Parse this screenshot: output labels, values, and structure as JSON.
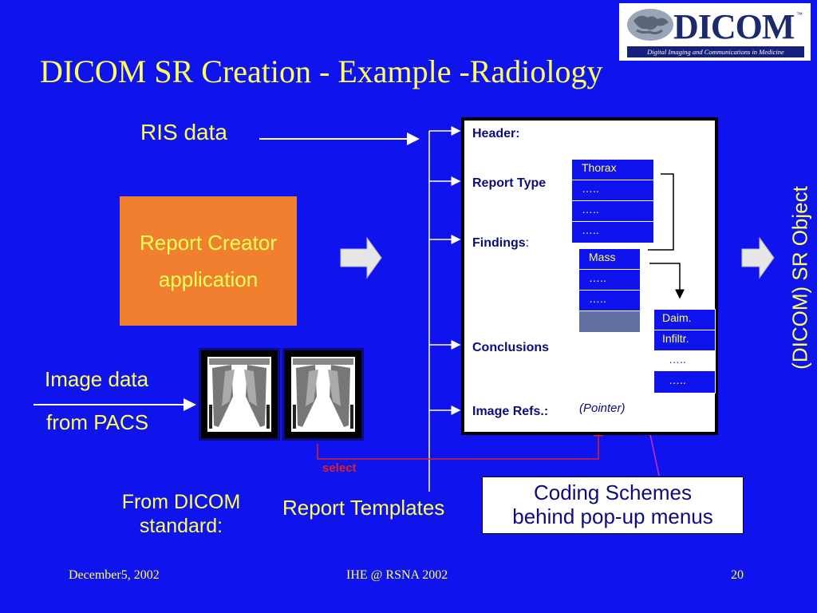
{
  "title": "DICOM SR Creation - Example -Radiology",
  "logo": {
    "word": "DICOM",
    "trademark": "™",
    "tagline": "Digital Imaging and Communications in Medicine"
  },
  "labels": {
    "ris_data": "RIS data",
    "report_creator_line1": "Report Creator",
    "report_creator_line2": "application",
    "image_data_line1": "Image data",
    "image_data_line2": "from PACS",
    "from_dicom_line1": "From DICOM",
    "from_dicom_line2": "standard:",
    "report_templates": "Report Templates",
    "select": "select",
    "sr_object": "(DICOM) SR Object",
    "coding_line1": "Coding Schemes",
    "coding_line2": "behind pop-up menus"
  },
  "sr_document": {
    "header": "Header",
    "header_colon": ":",
    "report_type": "Report Type",
    "findings": "Findings",
    "findings_colon": ":",
    "conclusions": "Conclusions",
    "image_refs": "Image Refs.:",
    "pointer": "(Pointer)"
  },
  "menus": {
    "report_type": [
      "Thorax",
      "…..",
      "…..",
      "….."
    ],
    "findings": [
      "Mass",
      "…..",
      "…..",
      ""
    ],
    "conclusions": [
      "Daim.",
      "Infiltr.",
      "…..",
      "….."
    ]
  },
  "footer": {
    "date": "December5, 2002",
    "event": "IHE @ RSNA 2002",
    "page": "20"
  },
  "colors": {
    "background": "#0f14ee",
    "text_yellow": "#ffff5a",
    "creator_orange": "#f08030",
    "select_red": "#e02020",
    "pointer_magenta": "#d030d0"
  }
}
